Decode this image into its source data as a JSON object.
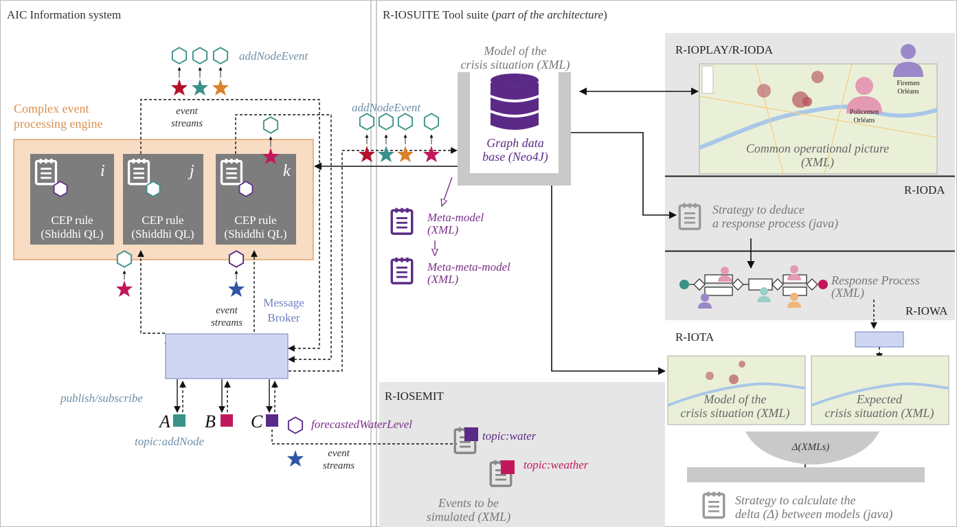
{
  "panels": {
    "left_title": "AIC Information system",
    "right_title_main": "R-IOSUITE Tool suite (",
    "right_title_italic": "part of the architecture",
    "right_title_end": ")"
  },
  "cep": {
    "engine_label_1": "Complex event",
    "engine_label_2": "processing engine",
    "rules": [
      {
        "letter": "i",
        "line1": "CEP rule",
        "line2": "(Shiddhi QL)"
      },
      {
        "letter": "j",
        "line1": "CEP rule",
        "line2": "(Shiddhi QL)"
      },
      {
        "letter": "k",
        "line1": "CEP rule",
        "line2": "(Shiddhi QL)"
      }
    ]
  },
  "events": {
    "add_node_event_top": "addNodeEvent",
    "add_node_event_mid": "addNodeEvent",
    "event_streams_top_1": "event",
    "event_streams_top_2": "streams",
    "event_streams_mid_1": "event",
    "event_streams_mid_2": "streams",
    "event_streams_bot_1": "event",
    "event_streams_bot_2": "streams",
    "forecasted": "forecastedWaterLevel"
  },
  "broker": {
    "label_1": "Message",
    "label_2": "Broker",
    "publish": "publish/subscribe",
    "topics": [
      {
        "letter": "A",
        "color": "#3a9188"
      },
      {
        "letter": "B",
        "color": "#c2185b"
      },
      {
        "letter": "C",
        "color": "#5b2a86"
      }
    ],
    "topic_add_node": "topic:addNode"
  },
  "graph": {
    "model_title_1": "Model of the",
    "model_title_2": "crisis situation (XML)",
    "db_label_1": "Graph data",
    "db_label_2": "base (Neo4J)",
    "meta_model_1": "Meta-model",
    "meta_model_2": "(XML)",
    "meta_meta_1": "Meta-meta-model",
    "meta_meta_2": "(XML)"
  },
  "semit": {
    "title": "R-IOSEMIT",
    "topic_water": "topic:water",
    "topic_weather": "topic:weather",
    "events_1": "Events to be",
    "events_2": "simulated (XML)"
  },
  "ioplay": {
    "title": "R-IOPLAY/R-IODA",
    "firemen_1": "Firemen",
    "firemen_2": "Orléans",
    "police_1": "Policemen",
    "police_2": "Orléans",
    "cop_1": "Common operational picture",
    "cop_2": "(XML)"
  },
  "ioda": {
    "title": "R-IODA",
    "strategy_1": "Strategy to deduce",
    "strategy_2": "a response process (java)"
  },
  "iowa": {
    "title": "R-IOWA",
    "response_1": "Response Process",
    "response_2": "(XML)"
  },
  "iota": {
    "title": "R-IOTA",
    "model_1": "Model of the",
    "model_2": "crisis situation (XML)",
    "expected_1": "Expected",
    "expected_2": "crisis situation (XML)",
    "delta": "Δ(XMLs)",
    "strategy_1": "Strategy to calculate the",
    "strategy_2": "delta (Δ) between models (java)"
  },
  "colors": {
    "teal": "#3a9188",
    "red": "#b3122b",
    "orange": "#d9822b",
    "magenta": "#c2185b",
    "purple": "#5b2a86",
    "blue": "#2f56a6",
    "cep_bg": "#f8dcc4",
    "cep_border": "#d9904f",
    "broker_bg": "#cfd6f2",
    "panel_gray": "#e6e6e6"
  }
}
